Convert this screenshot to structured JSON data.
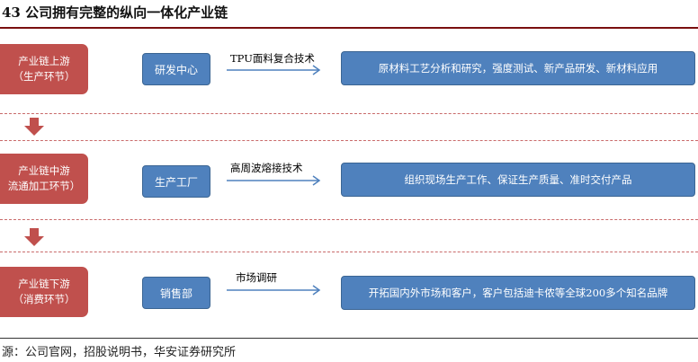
{
  "title": "43 公司拥有完整的纵向一体化产业链",
  "rows": [
    {
      "stage_line1": "产业链上游",
      "stage_line2": "（生产环节）",
      "mid": "研发中心",
      "arrow_label": "TPU面料复合技术",
      "detail": "原材料工艺分析和研究，强度测试、新产品研发、新材料应用"
    },
    {
      "stage_line1": "产业链中游",
      "stage_line2": "流通加工环节）",
      "mid": "生产工厂",
      "arrow_label": "高周波熔接技术",
      "detail": "组织现场生产工作、保证生产质量、准时交付产品"
    },
    {
      "stage_line1": "产业链下游",
      "stage_line2": "（消费环节）",
      "mid": "销售部",
      "arrow_label": "市场调研",
      "detail": "开拓国内外市场和客户，客户包括迪卡侬等全球200多个知名品牌"
    }
  ],
  "source": "源：公司官网，招股说明书，华安证券研究所",
  "colors": {
    "stage": "#c0504d",
    "box": "#4f81bd",
    "title_rule": "#7a0f0f",
    "dash": "#c96a6a"
  }
}
